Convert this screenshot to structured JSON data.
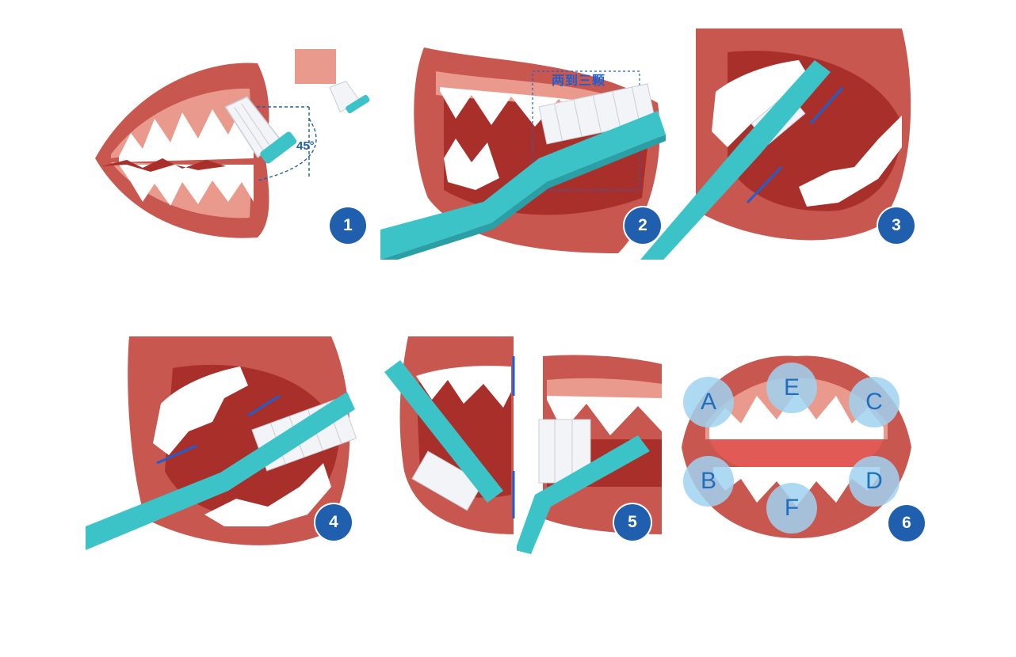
{
  "colors": {
    "lip": "#c8574f",
    "lip_light": "#e07a6e",
    "gum": "#e99a8c",
    "mouth_dark": "#a9302a",
    "tooth": "#ffffff",
    "tooth_shade": "#e3e6ea",
    "brush": "#3cc3c8",
    "brush_dark": "#2a9fa6",
    "bristle": "#f2f4f7",
    "bristle_shade": "#c9ced6",
    "badge": "#1f5fae",
    "accent_blue": "#1d5fd0",
    "zone_fill": "#9fd2f0",
    "zone_text": "#1f6fc0"
  },
  "panels": [
    {
      "step": "1",
      "angle_label": "45°"
    },
    {
      "step": "2",
      "span_label": "两到三颗"
    },
    {
      "step": "3"
    },
    {
      "step": "4"
    },
    {
      "step": "5"
    },
    {
      "step": "6",
      "zones": [
        "A",
        "E",
        "C",
        "B",
        "F",
        "D"
      ]
    }
  ]
}
